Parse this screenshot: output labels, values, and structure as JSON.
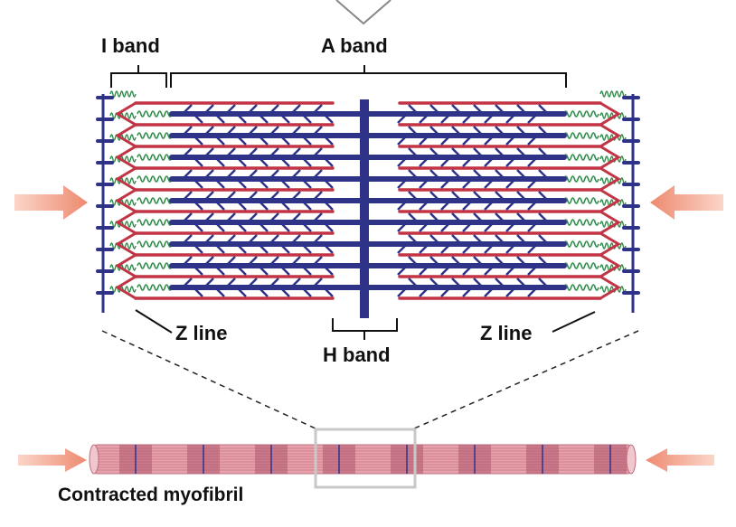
{
  "labels": {
    "i_band": "I band",
    "a_band": "A band",
    "z_line_left": "Z line",
    "z_line_right": "Z line",
    "h_band": "H band",
    "myofibril": "Contracted myofibril"
  },
  "icons": [
    "arrow-right-icon",
    "arrow-left-icon",
    "chevron-down-icon"
  ],
  "colors": {
    "thick_filament": "#2e3388",
    "thin_filament": "#c23344",
    "titin": "#2e8b4a",
    "arrow": "#ee8a70",
    "myofibril_body": "#e7a3ad",
    "myofibril_stripe": "#b85a6c",
    "bracket": "#111111"
  }
}
